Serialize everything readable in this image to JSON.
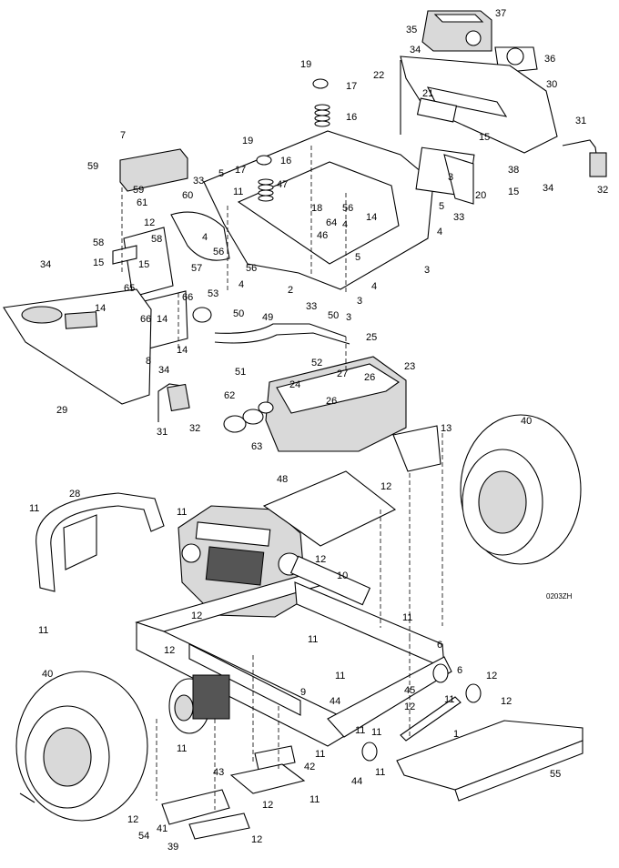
{
  "drawing_code": "0203ZH",
  "callouts": [
    {
      "text": "35"
    },
    {
      "text": "37"
    },
    {
      "text": "36"
    },
    {
      "text": "34"
    },
    {
      "text": "30"
    },
    {
      "text": "22"
    },
    {
      "text": "21"
    },
    {
      "text": "19"
    },
    {
      "text": "17"
    },
    {
      "text": "16"
    },
    {
      "text": "15"
    },
    {
      "text": "31"
    },
    {
      "text": "38"
    },
    {
      "text": "34"
    },
    {
      "text": "32"
    },
    {
      "text": "20"
    },
    {
      "text": "15"
    },
    {
      "text": "3"
    },
    {
      "text": "7"
    },
    {
      "text": "19"
    },
    {
      "text": "17"
    },
    {
      "text": "16"
    },
    {
      "text": "59"
    },
    {
      "text": "5"
    },
    {
      "text": "11"
    },
    {
      "text": "33"
    },
    {
      "text": "47"
    },
    {
      "text": "18"
    },
    {
      "text": "56"
    },
    {
      "text": "14"
    },
    {
      "text": "4"
    },
    {
      "text": "5"
    },
    {
      "text": "33"
    },
    {
      "text": "4"
    },
    {
      "text": "59"
    },
    {
      "text": "61"
    },
    {
      "text": "60"
    },
    {
      "text": "12"
    },
    {
      "text": "64"
    },
    {
      "text": "46"
    },
    {
      "text": "4"
    },
    {
      "text": "56"
    },
    {
      "text": "3"
    },
    {
      "text": "58"
    },
    {
      "text": "58"
    },
    {
      "text": "15"
    },
    {
      "text": "15"
    },
    {
      "text": "57"
    },
    {
      "text": "56"
    },
    {
      "text": "4"
    },
    {
      "text": "5"
    },
    {
      "text": "4"
    },
    {
      "text": "34"
    },
    {
      "text": "65"
    },
    {
      "text": "66"
    },
    {
      "text": "2"
    },
    {
      "text": "33"
    },
    {
      "text": "3"
    },
    {
      "text": "3"
    },
    {
      "text": "53"
    },
    {
      "text": "50"
    },
    {
      "text": "49"
    },
    {
      "text": "50"
    },
    {
      "text": "14"
    },
    {
      "text": "66"
    },
    {
      "text": "14"
    },
    {
      "text": "14"
    },
    {
      "text": "8"
    },
    {
      "text": "25"
    },
    {
      "text": "52"
    },
    {
      "text": "51"
    },
    {
      "text": "27"
    },
    {
      "text": "26"
    },
    {
      "text": "23"
    },
    {
      "text": "34"
    },
    {
      "text": "24"
    },
    {
      "text": "26"
    },
    {
      "text": "29"
    },
    {
      "text": "62"
    },
    {
      "text": "31"
    },
    {
      "text": "32"
    },
    {
      "text": "63"
    },
    {
      "text": "13"
    },
    {
      "text": "40"
    },
    {
      "text": "12"
    },
    {
      "text": "48"
    },
    {
      "text": "28"
    },
    {
      "text": "11"
    },
    {
      "text": "11"
    },
    {
      "text": "12"
    },
    {
      "text": "10"
    },
    {
      "text": "11"
    },
    {
      "text": "12"
    },
    {
      "text": "11"
    },
    {
      "text": "11"
    },
    {
      "text": "12"
    },
    {
      "text": "6"
    },
    {
      "text": "40"
    },
    {
      "text": "11"
    },
    {
      "text": "9"
    },
    {
      "text": "12"
    },
    {
      "text": "44"
    },
    {
      "text": "6"
    },
    {
      "text": "12"
    },
    {
      "text": "11"
    },
    {
      "text": "11"
    },
    {
      "text": "1"
    },
    {
      "text": "45"
    },
    {
      "text": "12"
    },
    {
      "text": "11"
    },
    {
      "text": "11"
    },
    {
      "text": "11"
    },
    {
      "text": "44"
    },
    {
      "text": "11"
    },
    {
      "text": "43"
    },
    {
      "text": "42"
    },
    {
      "text": "55"
    },
    {
      "text": "11"
    },
    {
      "text": "12"
    },
    {
      "text": "12"
    },
    {
      "text": "54"
    },
    {
      "text": "41"
    },
    {
      "text": "39"
    },
    {
      "text": "12"
    }
  ]
}
